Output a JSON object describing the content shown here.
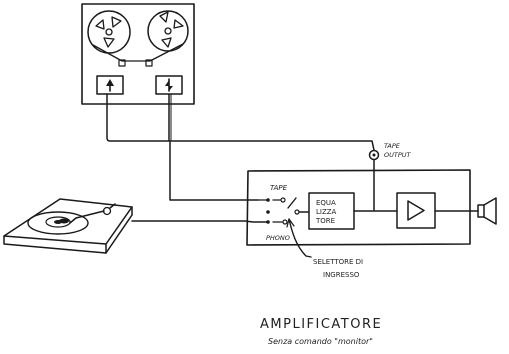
{
  "labels": {
    "tape": "TAPE",
    "phono": "PHONO",
    "tape_output_line1": "TAPE",
    "tape_output_line2": "OUTPUT",
    "equalizer_line1": "EQUA",
    "equalizer_line2": "LIZZA",
    "equalizer_line3": "TORE",
    "selector_line1": "SELETTORE DI",
    "selector_line2": "INGRESSO",
    "title": "AMPLIFICATORE",
    "subtitle": "Senza comando \"monitor\""
  }
}
